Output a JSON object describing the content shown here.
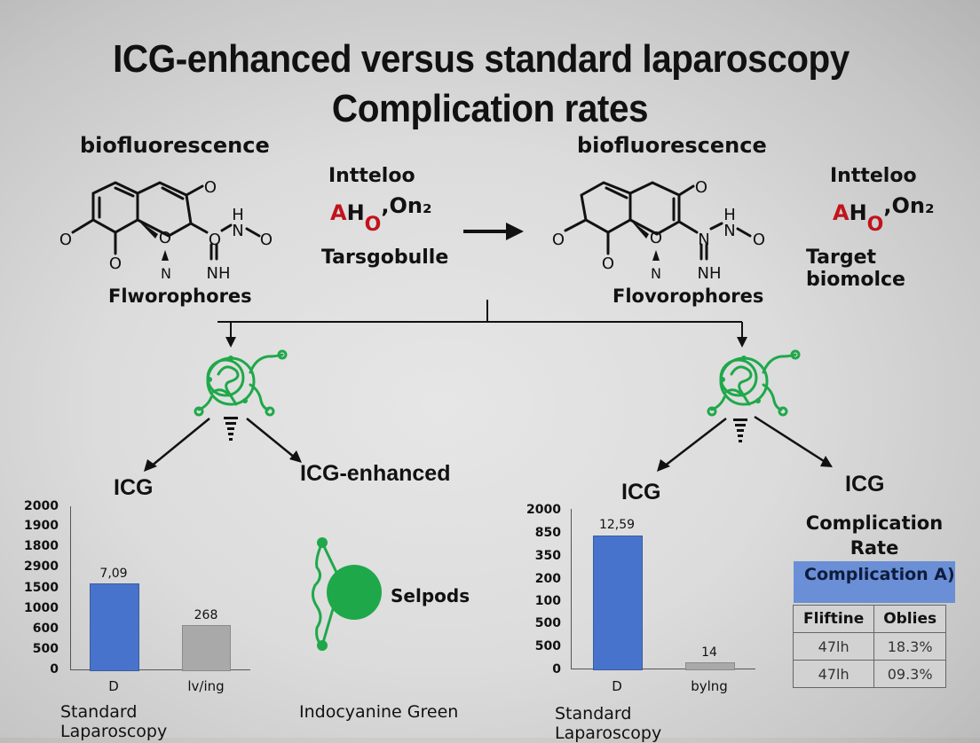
{
  "title": {
    "line1": "ICG-enhanced versus standard laparoscopy",
    "line2": "Complication rates"
  },
  "left_panel": {
    "heading": "biofluorescence",
    "molecule_label": "Flworophores",
    "reagent": {
      "name": "Intteloo",
      "formula_a": "A",
      "formula_h": "H",
      "formula_sub_o": "O",
      "formula_rest": ",On₂",
      "target": "Tarsgobulle"
    },
    "atoms": [
      "O",
      "O",
      "O",
      "O",
      "N",
      "N",
      "O",
      "H",
      "NH",
      "O"
    ]
  },
  "right_panel": {
    "heading": "biofluorescence",
    "molecule_label": "Flovorophores",
    "reagent": {
      "name": "Intteloo",
      "formula_a": "A",
      "formula_h": "H",
      "formula_sub_o": "O",
      "formula_rest": ",On₂",
      "target": "Target biomolce"
    },
    "atoms": [
      "O",
      "O",
      "O",
      "O",
      "N",
      "N",
      "O",
      "H",
      "NH",
      "O"
    ]
  },
  "branches": {
    "left": {
      "left_label": "ICG",
      "right_label": "ICG-enhanced"
    },
    "right": {
      "left_label": "ICG",
      "right_label": "ICG"
    }
  },
  "middle": {
    "particle_label": "Selpods",
    "caption": "Indocyanine Green"
  },
  "complication_box": {
    "heading_line1": "Complication",
    "heading_line2": "Rate",
    "banner": "Complication A)",
    "columns": [
      "Fliftine",
      "Oblies"
    ],
    "rows": [
      [
        "47lh",
        "18.3%"
      ],
      [
        "47lh",
        "09.3%"
      ]
    ]
  },
  "colors": {
    "bar_blue": "#4873cc",
    "bar_gray": "#a9a9a9",
    "icon_green": "#1fa84a",
    "accent_red": "#c0141c",
    "banner_blue": "#6a8fd6"
  },
  "chart_data": [
    {
      "type": "bar",
      "title": "",
      "xlabel": "Standard Laparoscopy",
      "ylabel": "",
      "y_tick_labels": [
        "0",
        "500",
        "600",
        "1000",
        "1500",
        "2900",
        "1800",
        "1900",
        "2000"
      ],
      "categories": [
        "D",
        "lv/ing"
      ],
      "values": [
        1600,
        640
      ],
      "data_labels": [
        "7,09",
        "268"
      ],
      "colors": [
        "#4873cc",
        "#a9a9a9"
      ],
      "ylim": [
        0,
        2000
      ],
      "grid": false,
      "legend": null
    },
    {
      "type": "bar",
      "title": "",
      "xlabel": "Standard Laparoscopy",
      "ylabel": "",
      "y_tick_labels": [
        "0",
        "500",
        "500",
        "100",
        "200",
        "350",
        "850",
        "2000"
      ],
      "categories": [
        "D",
        "bylng"
      ],
      "values": [
        1750,
        75
      ],
      "data_labels": [
        "12,59",
        "14"
      ],
      "colors": [
        "#4873cc",
        "#a9a9a9"
      ],
      "ylim": [
        0,
        2000
      ],
      "grid": false,
      "legend": null
    }
  ]
}
